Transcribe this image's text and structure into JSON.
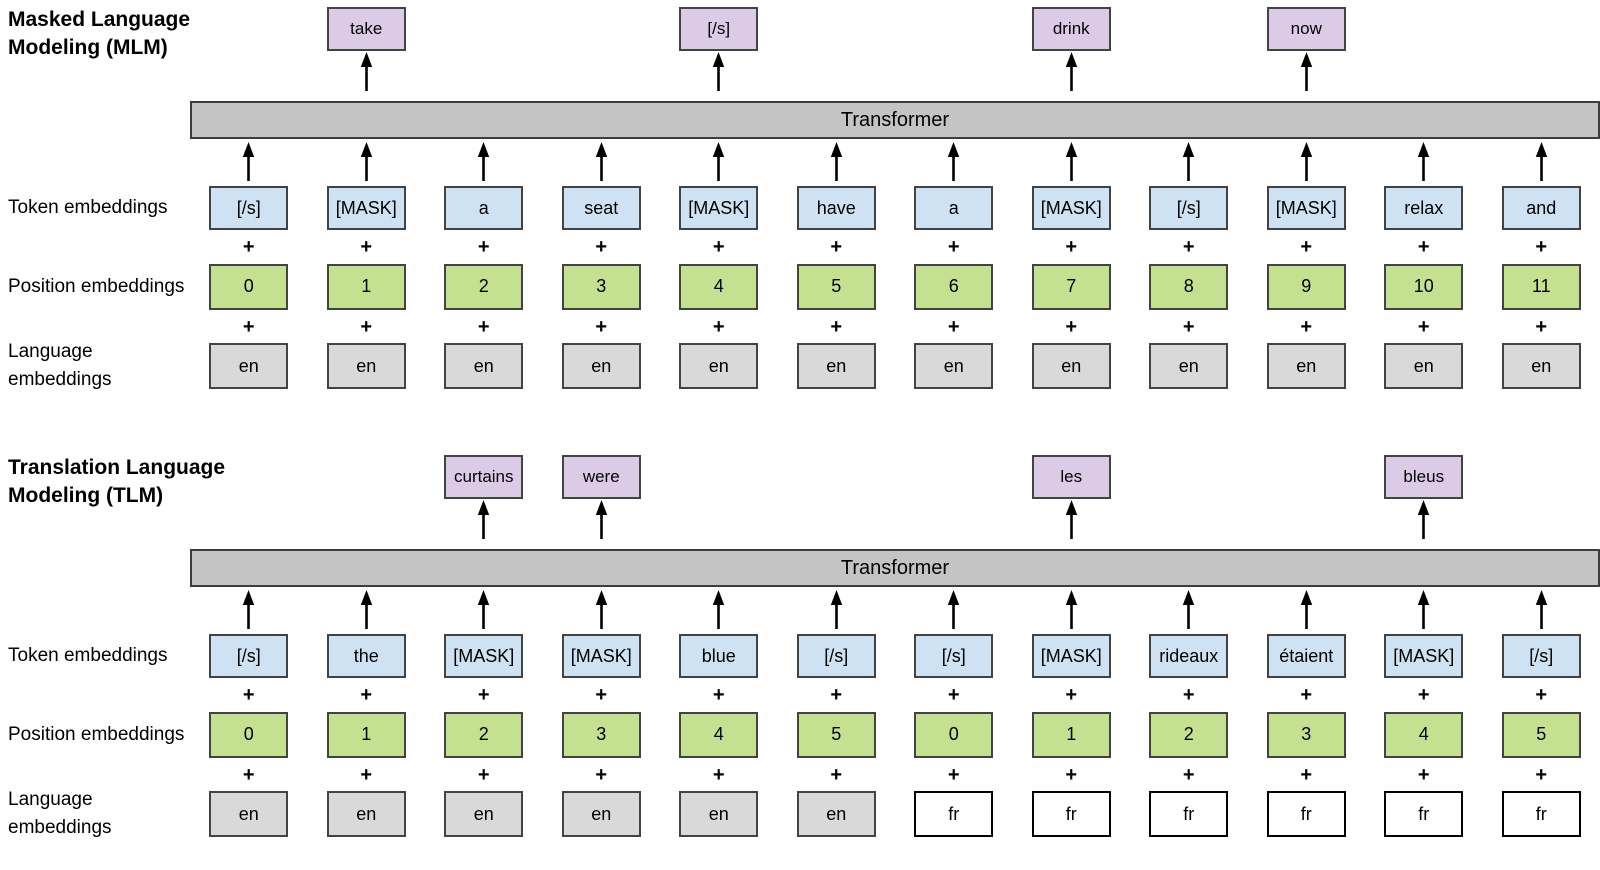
{
  "colors": {
    "token_fill": "#cfe2f3",
    "position_fill": "#c4e191",
    "language_en_fill": "#d9d9d9",
    "language_fr_fill": "#ffffff",
    "output_fill": "#dccbe7",
    "transformer_fill": "#c4c4c4",
    "box_border": "#434343",
    "fr_border": "#000000",
    "arrow_color": "#000000",
    "text_color": "#000000"
  },
  "plus": "+",
  "sections": {
    "mlm": {
      "title": "Masked Language Modeling (MLM)",
      "transformer_label": "Transformer",
      "row_labels": {
        "token": "Token embeddings",
        "position": "Position embeddings",
        "language": "Language embeddings"
      },
      "outputs": [
        {
          "col": 1,
          "text": "take"
        },
        {
          "col": 4,
          "text": "[/s]"
        },
        {
          "col": 7,
          "text": "drink"
        },
        {
          "col": 9,
          "text": "now"
        }
      ],
      "tokens": [
        "[/s]",
        "[MASK]",
        "a",
        "seat",
        "[MASK]",
        "have",
        "a",
        "[MASK]",
        "[/s]",
        "[MASK]",
        "relax",
        "and"
      ],
      "positions": [
        "0",
        "1",
        "2",
        "3",
        "4",
        "5",
        "6",
        "7",
        "8",
        "9",
        "10",
        "11"
      ],
      "languages": [
        {
          "text": "en",
          "lang": "en"
        },
        {
          "text": "en",
          "lang": "en"
        },
        {
          "text": "en",
          "lang": "en"
        },
        {
          "text": "en",
          "lang": "en"
        },
        {
          "text": "en",
          "lang": "en"
        },
        {
          "text": "en",
          "lang": "en"
        },
        {
          "text": "en",
          "lang": "en"
        },
        {
          "text": "en",
          "lang": "en"
        },
        {
          "text": "en",
          "lang": "en"
        },
        {
          "text": "en",
          "lang": "en"
        },
        {
          "text": "en",
          "lang": "en"
        },
        {
          "text": "en",
          "lang": "en"
        }
      ]
    },
    "tlm": {
      "title": "Translation Language Modeling (TLM)",
      "transformer_label": "Transformer",
      "row_labels": {
        "token": "Token embeddings",
        "position": "Position embeddings",
        "language": "Language embeddings"
      },
      "outputs": [
        {
          "col": 2,
          "text": "curtains"
        },
        {
          "col": 3,
          "text": "were"
        },
        {
          "col": 7,
          "text": "les"
        },
        {
          "col": 10,
          "text": "bleus"
        }
      ],
      "tokens": [
        "[/s]",
        "the",
        "[MASK]",
        "[MASK]",
        "blue",
        "[/s]",
        "[/s]",
        "[MASK]",
        "rideaux",
        "étaient",
        "[MASK]",
        "[/s]"
      ],
      "positions": [
        "0",
        "1",
        "2",
        "3",
        "4",
        "5",
        "0",
        "1",
        "2",
        "3",
        "4",
        "5"
      ],
      "languages": [
        {
          "text": "en",
          "lang": "en"
        },
        {
          "text": "en",
          "lang": "en"
        },
        {
          "text": "en",
          "lang": "en"
        },
        {
          "text": "en",
          "lang": "en"
        },
        {
          "text": "en",
          "lang": "en"
        },
        {
          "text": "en",
          "lang": "en"
        },
        {
          "text": "fr",
          "lang": "fr"
        },
        {
          "text": "fr",
          "lang": "fr"
        },
        {
          "text": "fr",
          "lang": "fr"
        },
        {
          "text": "fr",
          "lang": "fr"
        },
        {
          "text": "fr",
          "lang": "fr"
        },
        {
          "text": "fr",
          "lang": "fr"
        }
      ]
    }
  }
}
